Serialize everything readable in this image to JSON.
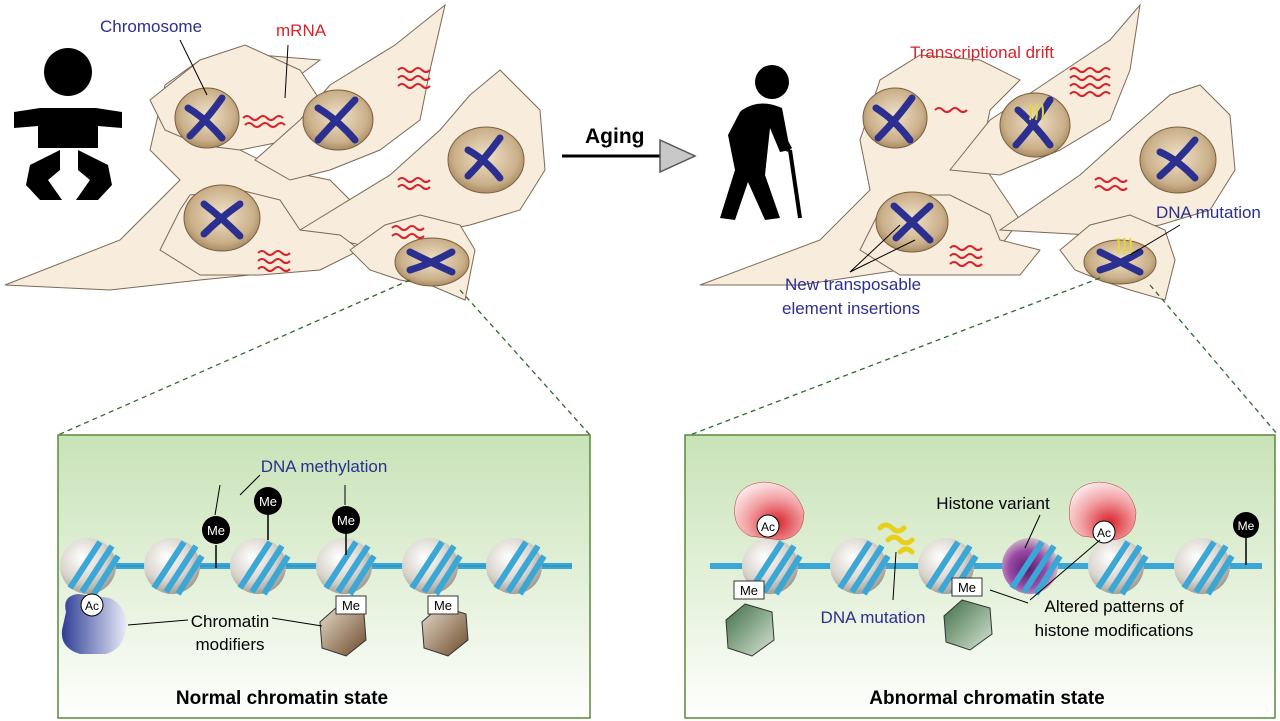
{
  "young_panel": {
    "chromosome_label": "Chromosome",
    "mrna_label": "mRNA",
    "person_icon": "baby-icon"
  },
  "arrow": {
    "label": "Aging",
    "icon": "arrow-right-icon"
  },
  "old_panel": {
    "person_icon": "elderly-person-icon",
    "drift_label": "Transcriptional drift",
    "mutation_label": "DNA mutation",
    "te_label_line1": "New transposable",
    "te_label_line2": "element insertions"
  },
  "normal_inset": {
    "title": "Normal chromatin state",
    "dna_methylation_label": "DNA methylation",
    "me_label": "Me",
    "ac_label": "Ac",
    "modifiers_line1": "Chromatin",
    "modifiers_line2": "modifiers"
  },
  "abnormal_inset": {
    "title": "Abnormal chromatin state",
    "histone_variant_label": "Histone variant",
    "dna_mutation_label": "DNA mutation",
    "altered_line1": "Altered patterns of",
    "altered_line2": "histone modifications",
    "me_label": "Me",
    "ac_label": "Ac"
  },
  "colors": {
    "chromosome_blue": "#2b2f8f",
    "mrna_red": "#d8232a",
    "cell_fill": "#f8ecdc",
    "nucleus_fill": "#c9b08a",
    "inset_border": "#5a8a3a",
    "dna_strand": "#3aa7d6",
    "yellow_mutation": "#f2e33a"
  }
}
